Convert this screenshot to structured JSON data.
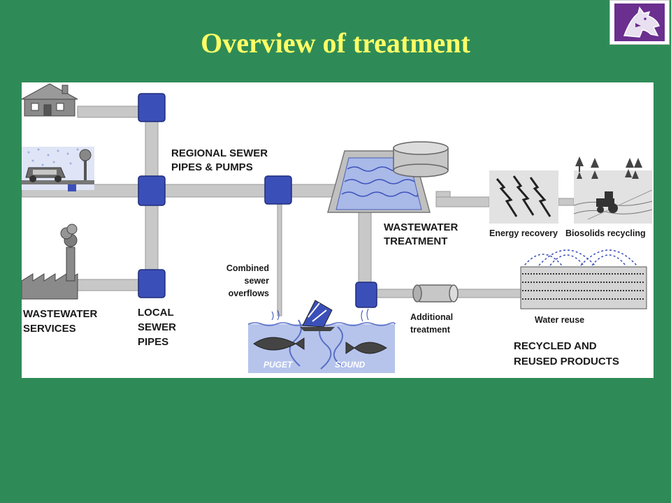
{
  "slide": {
    "title": "Overview of treatment"
  },
  "logo": {
    "icon": "husky-logo-icon",
    "background_color": "#6b2f8f"
  },
  "diagram": {
    "labels": {
      "regional_line1": "REGIONAL SEWER",
      "regional_line2": "PIPES & PUMPS",
      "wastewater_treatment_line1": "WASTEWATER",
      "wastewater_treatment_line2": "TREATMENT",
      "energy_recovery": "Energy recovery",
      "biosolids_recycling": "Biosolids recycling",
      "combined_line1": "Combined",
      "combined_line2": "sewer",
      "combined_line3": "overflows",
      "wastewater_services_line1": "WASTEWATER",
      "wastewater_services_line2": "SERVICES",
      "local_line1": "LOCAL",
      "local_line2": "SEWER",
      "local_line3": "PIPES",
      "additional_line1": "Additional",
      "additional_line2": "treatment",
      "water_reuse": "Water reuse",
      "recycled_line1": "RECYCLED AND",
      "recycled_line2": "REUSED PRODUCTS",
      "puget": "PUGET",
      "sound": "SOUND"
    },
    "colors": {
      "pipe": "#c8c8c8",
      "pump": "#3b4fb8",
      "water": "#a9b9e8",
      "background": "#ffffff"
    }
  }
}
